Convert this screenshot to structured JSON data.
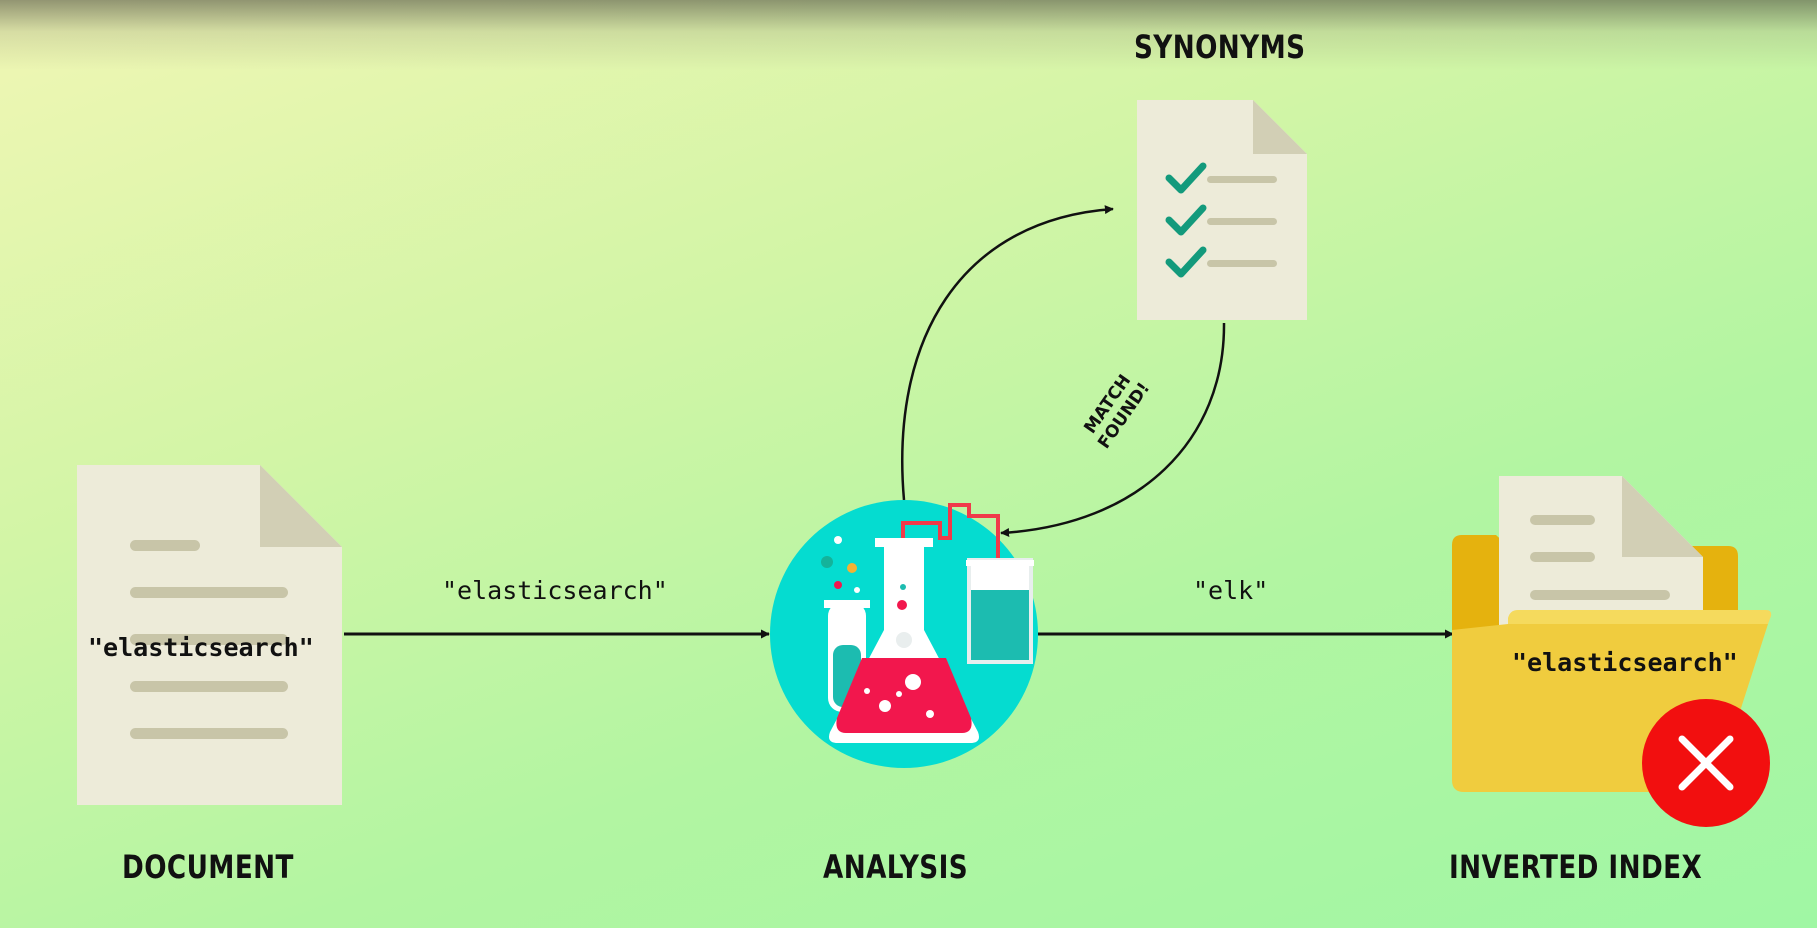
{
  "labels": {
    "synonyms": "SYNONYMS",
    "document": "DOCUMENT",
    "analysis": "ANALYSIS",
    "inverted_index": "INVERTED INDEX"
  },
  "document_text": "\"elasticsearch\"",
  "arrow_in_label": "\"elasticsearch\"",
  "arrow_out_label": "\"elk\"",
  "index_text": "\"elasticsearch\"",
  "match_label": [
    "MATCH",
    "FOUND!"
  ],
  "icons": [
    "document-icon",
    "synonyms-document-icon",
    "lab-flask-icon",
    "folder-icon",
    "error-x-icon",
    "checkmark-icon"
  ],
  "colors": {
    "paper": "#edebd9",
    "paper_fold": "#d2cfb5",
    "paper_lines": "#c8c5a8",
    "check": "#139a7c",
    "flask_circle": "#05dcd0",
    "liquid_red": "#f2174d",
    "folder": "#f0cc3e",
    "error_red": "#f20f0f"
  }
}
